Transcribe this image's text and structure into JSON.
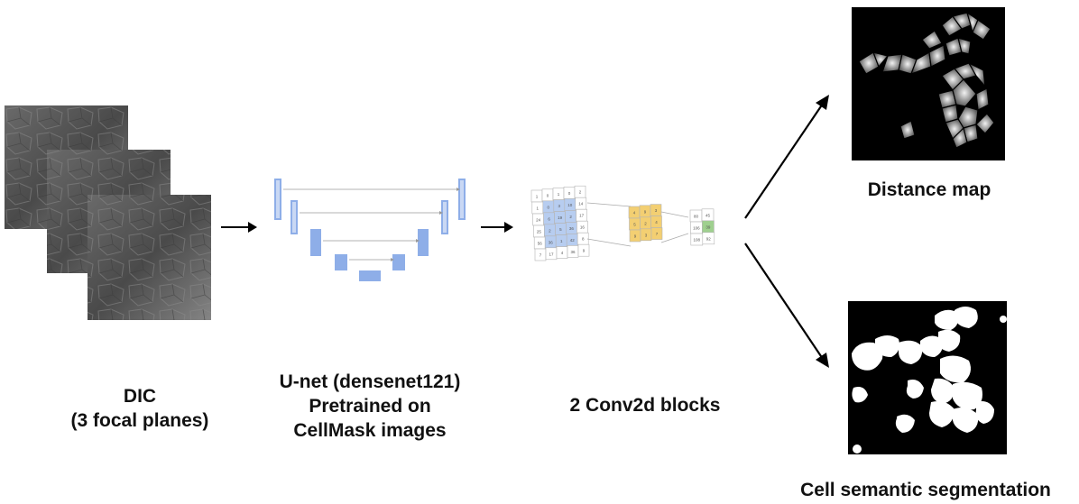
{
  "stages": {
    "input": {
      "lines": [
        "DIC",
        "(3 focal planes)"
      ]
    },
    "unet": {
      "lines": [
        "U-net (densenet121)",
        "Pretrained on",
        "CellMask images"
      ]
    },
    "conv": {
      "lines": [
        "2 Conv2d blocks"
      ]
    },
    "distance": {
      "lines": [
        "Distance map"
      ]
    },
    "segmentation": {
      "lines": [
        "Cell semantic segmentation"
      ]
    }
  },
  "conv_grid": {
    "first": [
      [
        "1",
        "0",
        "1",
        "0",
        "2"
      ],
      [
        "1",
        "0",
        "3",
        "10",
        "14"
      ],
      [
        "24",
        "6",
        "19",
        "2",
        "17"
      ],
      [
        "25",
        "2",
        "5",
        "36",
        "16"
      ],
      [
        "56",
        "36",
        "1",
        "42",
        "8"
      ],
      [
        "7",
        "17",
        "4",
        "36",
        "9"
      ]
    ],
    "second": [
      [
        "4",
        "9",
        "3"
      ],
      [
        "5",
        "2",
        "4"
      ],
      [
        "9",
        "3",
        "7"
      ]
    ],
    "third": [
      [
        "80",
        "45"
      ],
      [
        "106",
        "39"
      ],
      [
        "108",
        "92"
      ]
    ]
  },
  "colors": {
    "unet_bar": "#8eaee8",
    "conv_blue": "#b7cdf0",
    "conv_yellow": "#f3cf72",
    "conv_green": "#9fd08f"
  }
}
